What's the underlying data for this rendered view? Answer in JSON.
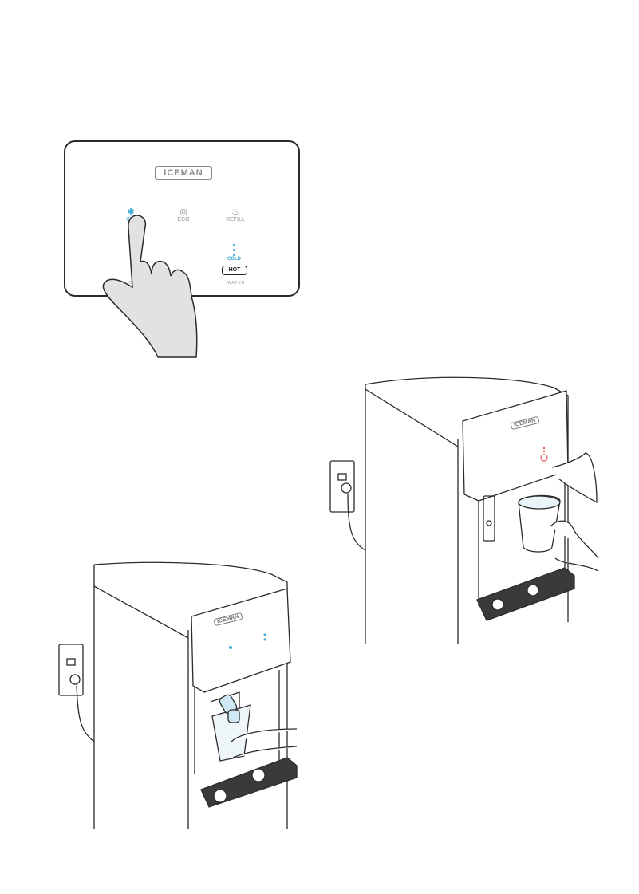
{
  "panel": {
    "logo": "ICEMAN",
    "buttons": [
      {
        "label": "ICE",
        "icon": "snowflake-icon"
      },
      {
        "label": "ECO",
        "icon": "eco-icon"
      },
      {
        "label": "REFILL",
        "icon": "refill-icon"
      }
    ],
    "cool_label": "COLD",
    "hot_label": "HOT",
    "water_label": "WATER",
    "ice_label": "ICE"
  },
  "illustration_logo": "ICEMAN",
  "colors": {
    "accent_blue": "#3aa9d8",
    "hot_red": "#e05a55",
    "outline": "#2b2b2b",
    "gray": "#8a8a8a"
  }
}
